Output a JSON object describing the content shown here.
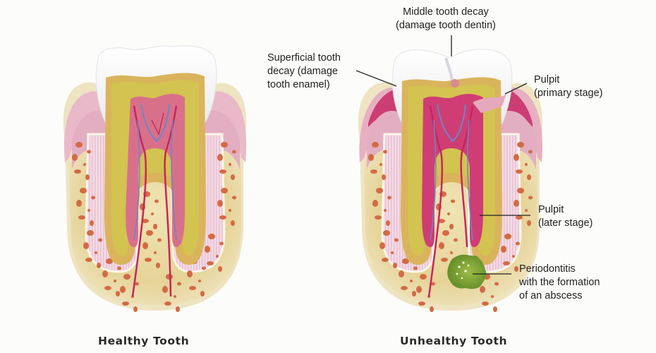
{
  "captions": {
    "healthy": "Healthy Tooth",
    "unhealthy": "Unhealthy Tooth"
  },
  "annotations": {
    "middle_decay": "Middle tooth decay\n(damage tooth dentin)",
    "superficial_decay": "Superficial tooth\ndecay (damage\ntooth enamel)",
    "pulpit_primary": "Pulpit\n(primary stage)",
    "pulpit_later": "Pulpit\n(later stage)",
    "periodontitis": "Periodontitis\nwith the formation\nof an abscess"
  },
  "colors": {
    "background": "#fcfcfa",
    "enamel": "#f6f6f6",
    "dentin": "#d9b45c",
    "dentin_inner": "#d5c64e",
    "pulp": "#d9708a",
    "gum": "#e8b6c6",
    "gum_inflamed": "#cc3d73",
    "bone": "#e7d59a",
    "bone_spots": "#d36a45",
    "nerve_red": "#c8245e",
    "nerve_blue": "#6b86c6",
    "abscess": "#6f9a2e"
  }
}
